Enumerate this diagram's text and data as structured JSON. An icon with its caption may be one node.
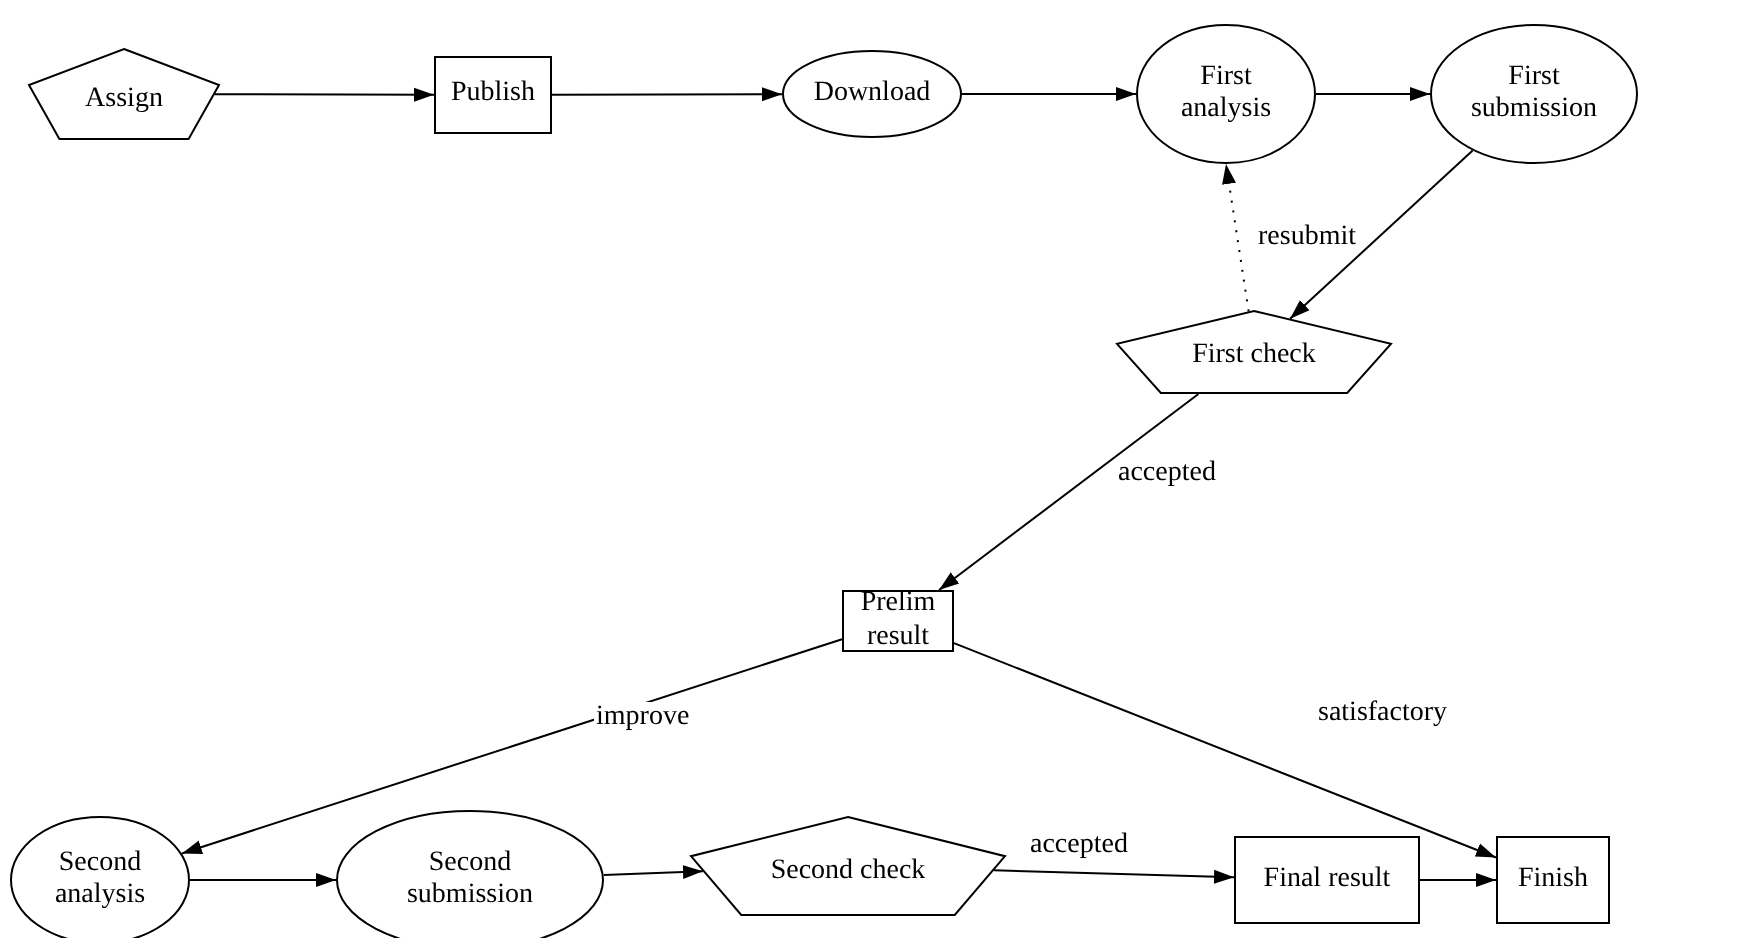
{
  "diagram": {
    "nodes": [
      {
        "text": [
          "Assign"
        ]
      },
      {
        "text": [
          "Publish"
        ]
      },
      {
        "text": [
          "Download"
        ]
      },
      {
        "text": [
          "First analysis"
        ]
      },
      {
        "text": [
          "First submission"
        ]
      },
      {
        "text": [
          "First check"
        ]
      },
      {
        "text": [
          "Prelim result"
        ]
      },
      {
        "text": [
          "Second analysis"
        ]
      },
      {
        "text": [
          "Second submission"
        ]
      },
      {
        "text": [
          "Second check"
        ]
      },
      {
        "text": [
          "Final result"
        ]
      },
      {
        "text": [
          "Finish"
        ]
      }
    ],
    "edges": [
      {
        "from": 0,
        "to": 1,
        "arrow": "to"
      },
      {
        "from": 1,
        "to": 2,
        "arrow": "to"
      },
      {
        "from": 2,
        "to": 3,
        "arrow": "to"
      },
      {
        "from": 3,
        "to": 4,
        "arrow": "to"
      },
      {
        "from": 4,
        "to": 5,
        "arrow": "to"
      },
      {
        "from": 5,
        "to": 3,
        "arrow": "to",
        "label": "resubmit",
        "style": "dashed"
      },
      {
        "from": 5,
        "to": 6,
        "arrow": "to",
        "label": "accepted"
      },
      {
        "from": 6,
        "to": 7,
        "arrow": "to",
        "label": "improve"
      },
      {
        "from": 6,
        "to": 11,
        "arrow": "to",
        "label": "satisfactory"
      },
      {
        "from": 7,
        "to": 8,
        "arrow": "to"
      },
      {
        "from": 8,
        "to": 9,
        "arrow": "to"
      },
      {
        "from": 9,
        "to": 10,
        "arrow": "to",
        "label": "accepted"
      },
      {
        "from": 10,
        "to": 11,
        "arrow": "to"
      }
    ]
  }
}
